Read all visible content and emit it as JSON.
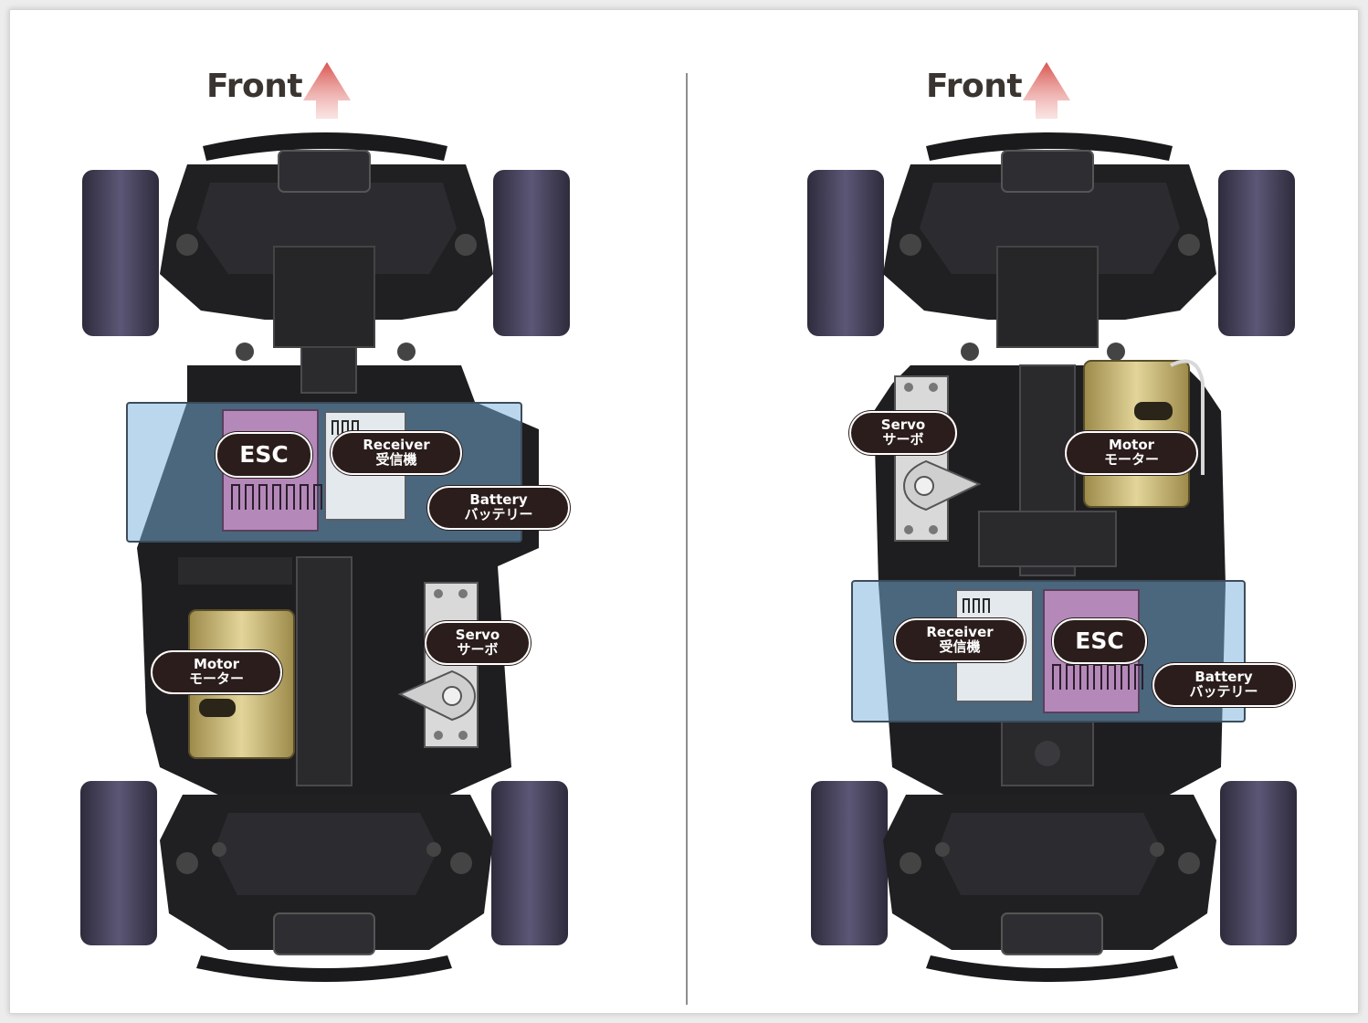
{
  "colors": {
    "zone_fill": "#76b0db",
    "esc_fill": "#b489b9",
    "receiver_fill": "#e4e9ee",
    "motor_fill": "#c9b873",
    "tire_fill": "#4a4560",
    "chassis_fill": "#1e1e20",
    "tag_fill": "#2a1d1b",
    "arrow_fill": "#d9544f"
  },
  "icons": {
    "front_arrow": "up-arrow-icon"
  },
  "left": {
    "front_label": "Front",
    "esc": {
      "en": "ESC"
    },
    "receiver": {
      "en": "Receiver",
      "jp": "受信機"
    },
    "battery": {
      "en": "Battery",
      "jp": "バッテリー"
    },
    "servo": {
      "en": "Servo",
      "jp": "サーボ"
    },
    "motor": {
      "en": "Motor",
      "jp": "モーター"
    }
  },
  "right": {
    "front_label": "Front",
    "servo": {
      "en": "Servo",
      "jp": "サーボ"
    },
    "motor": {
      "en": "Motor",
      "jp": "モーター"
    },
    "receiver": {
      "en": "Receiver",
      "jp": "受信機"
    },
    "esc": {
      "en": "ESC"
    },
    "battery": {
      "en": "Battery",
      "jp": "バッテリー"
    }
  }
}
